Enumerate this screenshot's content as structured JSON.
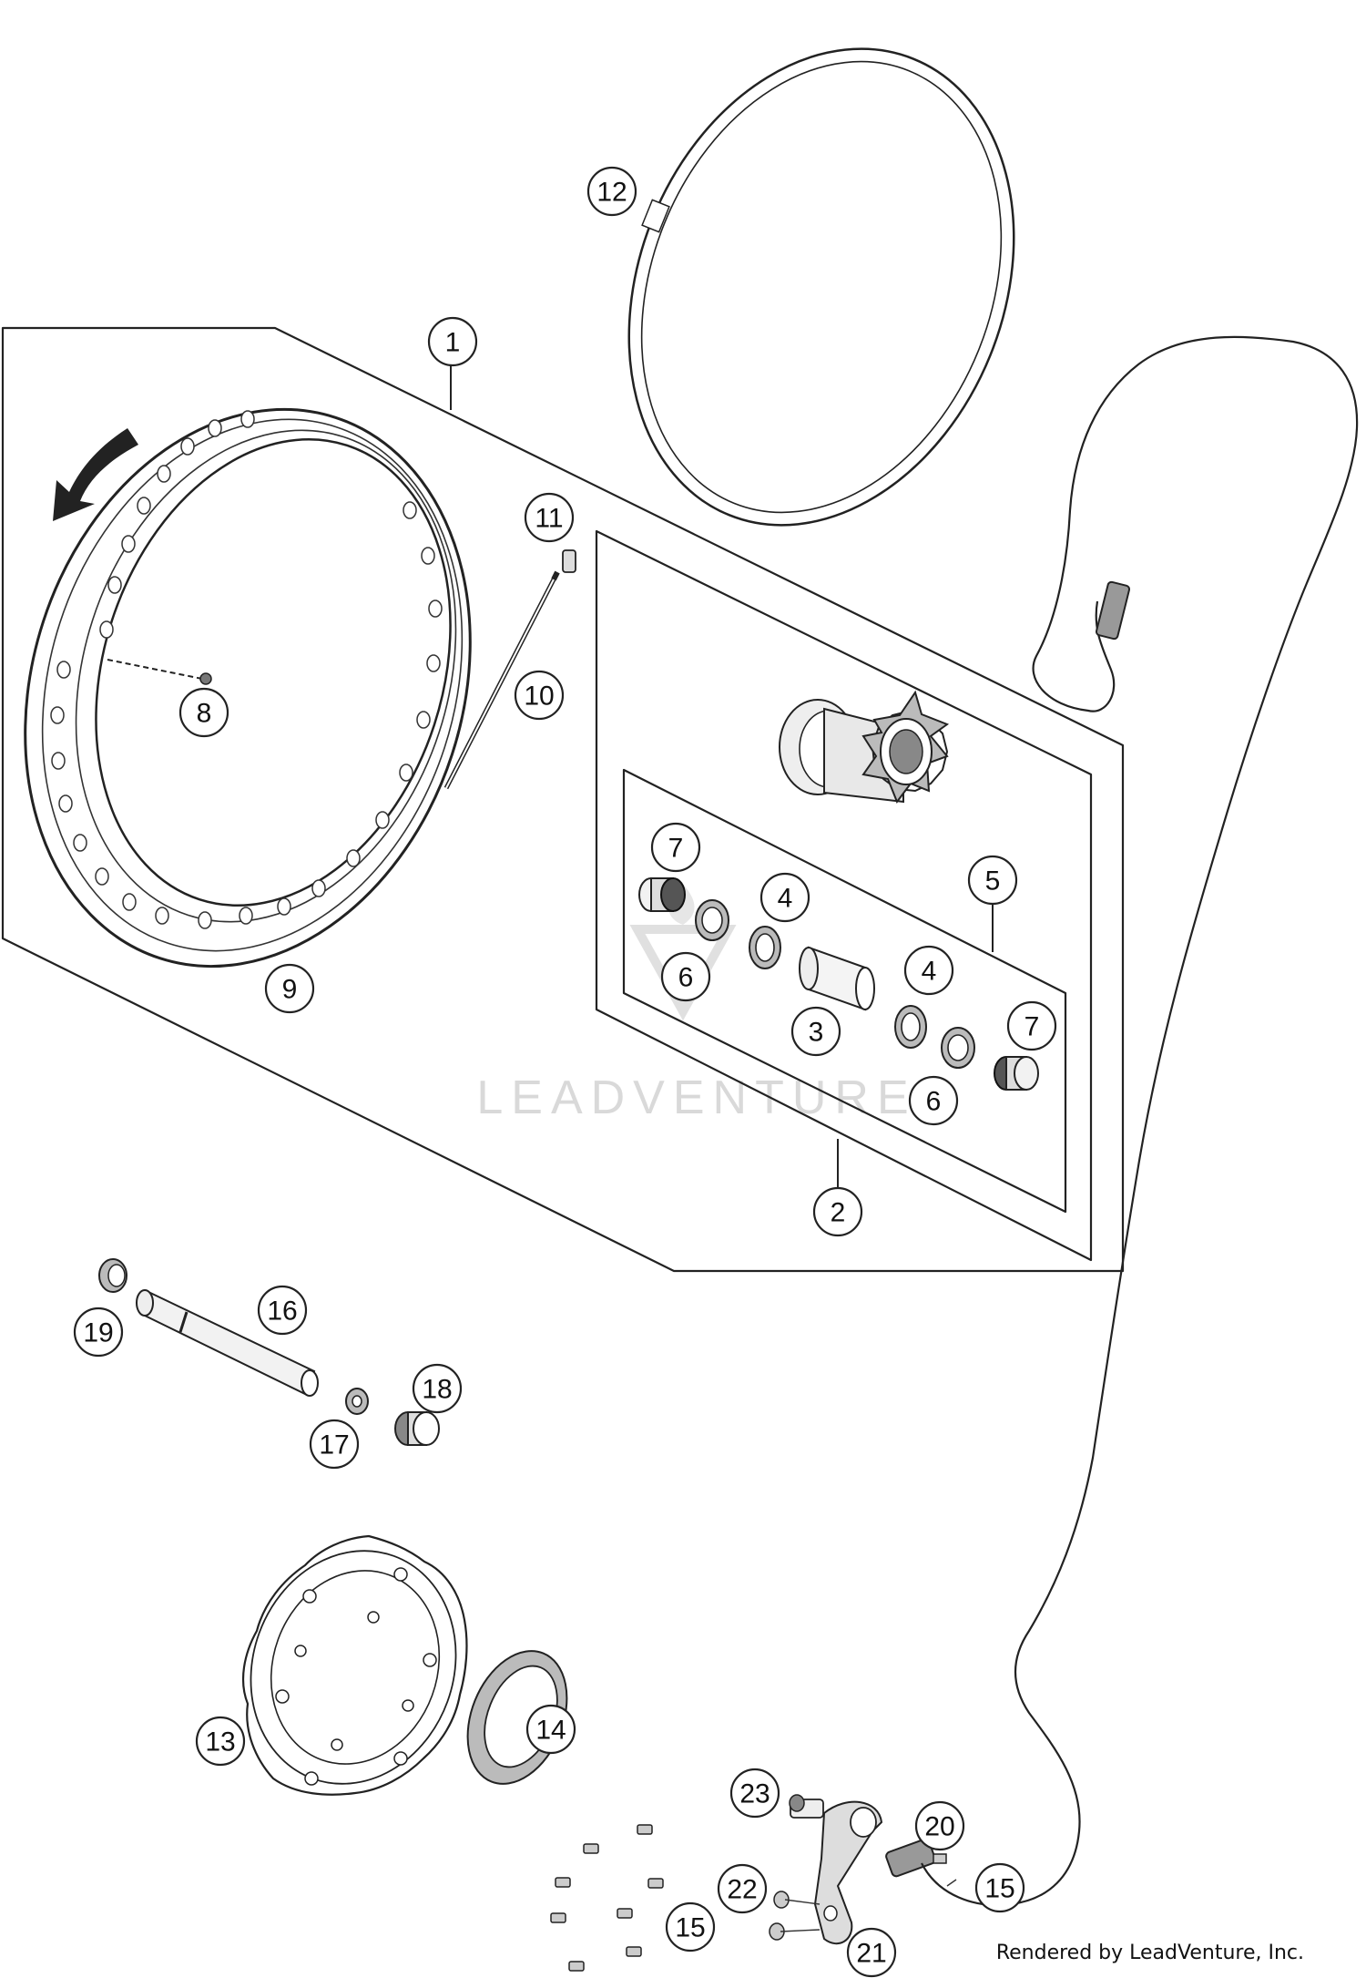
{
  "callouts": [
    {
      "id": "c1",
      "label": "1"
    },
    {
      "id": "c2",
      "label": "2"
    },
    {
      "id": "c3",
      "label": "3"
    },
    {
      "id": "c4a",
      "label": "4"
    },
    {
      "id": "c4b",
      "label": "4"
    },
    {
      "id": "c5",
      "label": "5"
    },
    {
      "id": "c6a",
      "label": "6"
    },
    {
      "id": "c6b",
      "label": "6"
    },
    {
      "id": "c7a",
      "label": "7"
    },
    {
      "id": "c7b",
      "label": "7"
    },
    {
      "id": "c8",
      "label": "8"
    },
    {
      "id": "c9",
      "label": "9"
    },
    {
      "id": "c10",
      "label": "10"
    },
    {
      "id": "c11",
      "label": "11"
    },
    {
      "id": "c12",
      "label": "12"
    },
    {
      "id": "c13",
      "label": "13"
    },
    {
      "id": "c14",
      "label": "14"
    },
    {
      "id": "c15a",
      "label": "15"
    },
    {
      "id": "c15b",
      "label": "15"
    },
    {
      "id": "c16",
      "label": "16"
    },
    {
      "id": "c17",
      "label": "17"
    },
    {
      "id": "c18",
      "label": "18"
    },
    {
      "id": "c19",
      "label": "19"
    },
    {
      "id": "c20",
      "label": "20"
    },
    {
      "id": "c21",
      "label": "21"
    },
    {
      "id": "c22",
      "label": "22"
    },
    {
      "id": "c23",
      "label": "23"
    }
  ],
  "watermark": "LEADVENTURE",
  "credit": "Rendered by LeadVenture, Inc."
}
